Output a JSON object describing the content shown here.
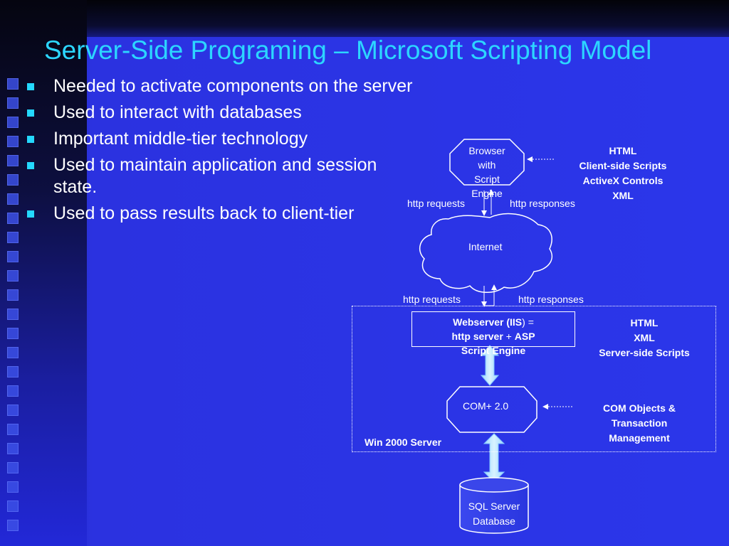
{
  "slide": {
    "title": "Server-Side Programing – Microsoft Scripting Model",
    "bullets": [
      "Needed to activate components on the server",
      "Used to interact with databases",
      "Important middle-tier technology",
      "Used to maintain application and session state.",
      "Used to pass results back to client-tier"
    ]
  },
  "diagram": {
    "browser": [
      "Browser",
      "with",
      "Script",
      "Engine"
    ],
    "browser_note": [
      "HTML",
      "Client-side Scripts",
      "ActiveX Controls",
      "XML"
    ],
    "top_requests": "http requests",
    "top_responses": "http responses",
    "internet": "Internet",
    "bottom_requests": "http requests",
    "bottom_responses": "http responses",
    "webserver_line1_bold_a": "Webserver (IIS",
    "webserver_line1_rest": ") =",
    "webserver_line2_a": "http server",
    "webserver_line2_plus": " + ",
    "webserver_line2_b": "ASP",
    "webserver_line3": "Script Engine",
    "webserver_note": [
      "HTML",
      "XML",
      "Server-side Scripts"
    ],
    "complus": "COM+ 2.0",
    "complus_note": [
      "COM Objects &",
      "Transaction",
      "Management"
    ],
    "win2000": "Win 2000 Server",
    "database": [
      "SQL Server",
      "Database"
    ]
  },
  "colors": {
    "title": "#2cd6ff",
    "bullet_mark": "#24d8ff",
    "text": "#ffffff",
    "arrow_fill": "#bfe8ff"
  }
}
